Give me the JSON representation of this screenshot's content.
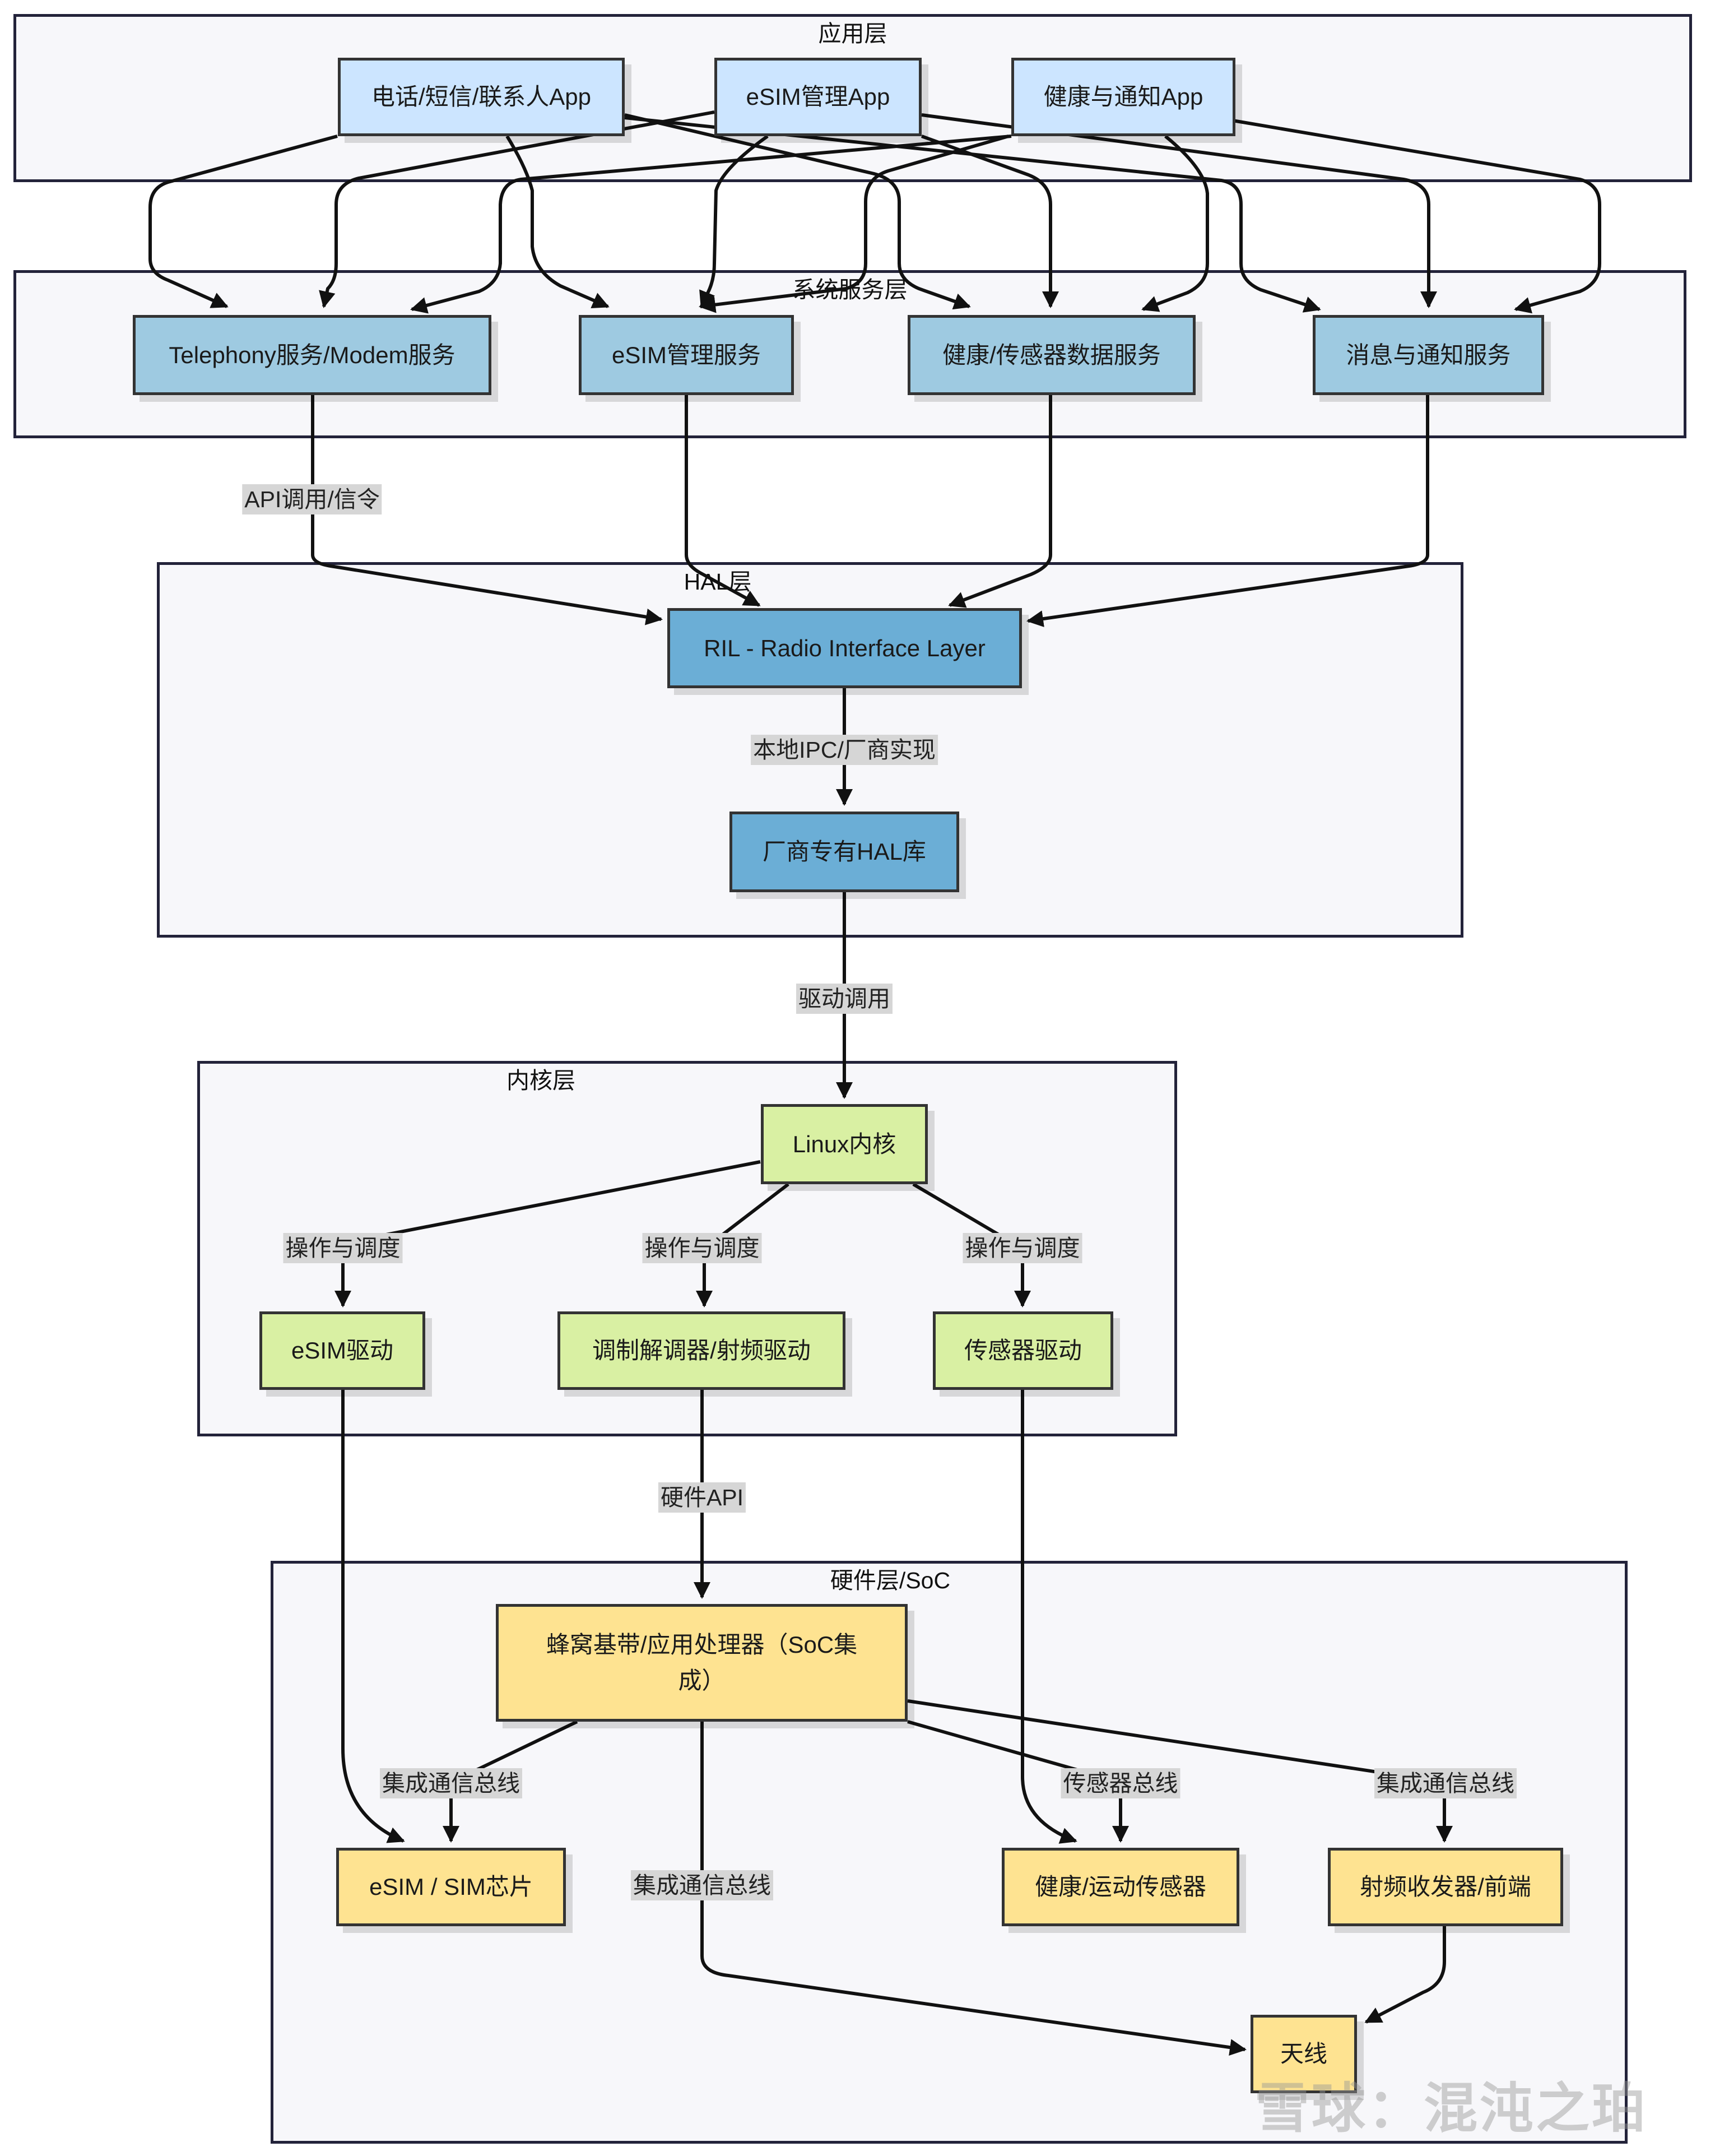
{
  "layers": {
    "app": "应用层",
    "service": "系统服务层",
    "hal": "HAL层",
    "kernel": "内核层",
    "hardware": "硬件层/SoC"
  },
  "nodes": {
    "phone_app": "电话/短信/联系人App",
    "esim_app": "eSIM管理App",
    "health_app": "健康与通知App",
    "telephony_svc": "Telephony服务/Modem服务",
    "esim_svc": "eSIM管理服务",
    "health_svc": "健康/传感器数据服务",
    "msg_svc": "消息与通知服务",
    "ril": "RIL - Radio Interface Layer",
    "vendor_hal": "厂商专有HAL库",
    "linux_kernel": "Linux内核",
    "esim_driver": "eSIM驱动",
    "modem_driver": "调制解调器/射频驱动",
    "sensor_driver": "传感器驱动",
    "soc": "蜂窝基带/应用处理器（SoC集成）",
    "sim_chip": "eSIM / SIM芯片",
    "health_sensor": "健康/运动传感器",
    "rf_frontend": "射频收发器/前端",
    "antenna": "天线"
  },
  "edge_labels": {
    "api_call": "API调用/信令",
    "ipc": "本地IPC/厂商实现",
    "driver_call": "驱动调用",
    "op1": "操作与调度",
    "op2": "操作与调度",
    "op3": "操作与调度",
    "hw_api": "硬件API",
    "bus1": "集成通信总线",
    "bus2": "传感器总线",
    "bus3": "集成通信总线",
    "bus4": "集成通信总线"
  },
  "watermark": "雪球：混沌之珀",
  "colors": {
    "app": "#cce5ff",
    "service": "#9ecae1",
    "hal": "#6baed6",
    "kernel": "#d9f0a3",
    "hardware": "#fee391",
    "layer_bg": "#f7f7fa",
    "edge_label_bg": "#d6d6d6"
  }
}
